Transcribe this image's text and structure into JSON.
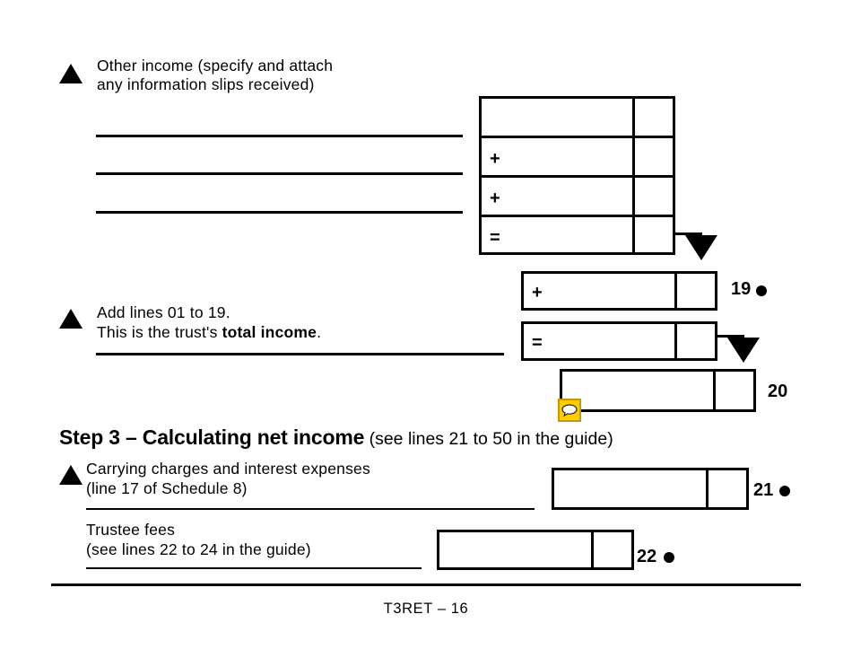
{
  "form": {
    "footer_text": "T3RET – 16",
    "accent_comment_fill": "#FFCC00",
    "accent_comment_border": "#C8960C",
    "ink": "#000000"
  },
  "other_income": {
    "label_line1": "Other income (specify and attach",
    "label_line2": "any information slips received)",
    "operators": [
      "",
      "+",
      "+",
      "="
    ]
  },
  "total_income": {
    "label_line1": "Add lines 01 to 19.",
    "label_line2_prefix": "This is the trust's ",
    "label_line2_bold": "total income",
    "label_line2_suffix": ".",
    "row19_operator": "+",
    "row19_number": "19",
    "row20_operator": "=",
    "line20_number": "20",
    "comment_icon": "comment-balloon-icon"
  },
  "step3": {
    "heading": "Step 3 – Calculating net income",
    "heading_note": " (see lines 21 to 50 in the guide)",
    "rows": [
      {
        "label_line1": "Carrying charges and interest expenses",
        "label_line2": "(line 17 of Schedule 8)",
        "number": "21"
      },
      {
        "label_line1": "Trustee fees",
        "label_line2": "(see lines 22 to 24 in the guide)",
        "number": "22"
      }
    ]
  }
}
